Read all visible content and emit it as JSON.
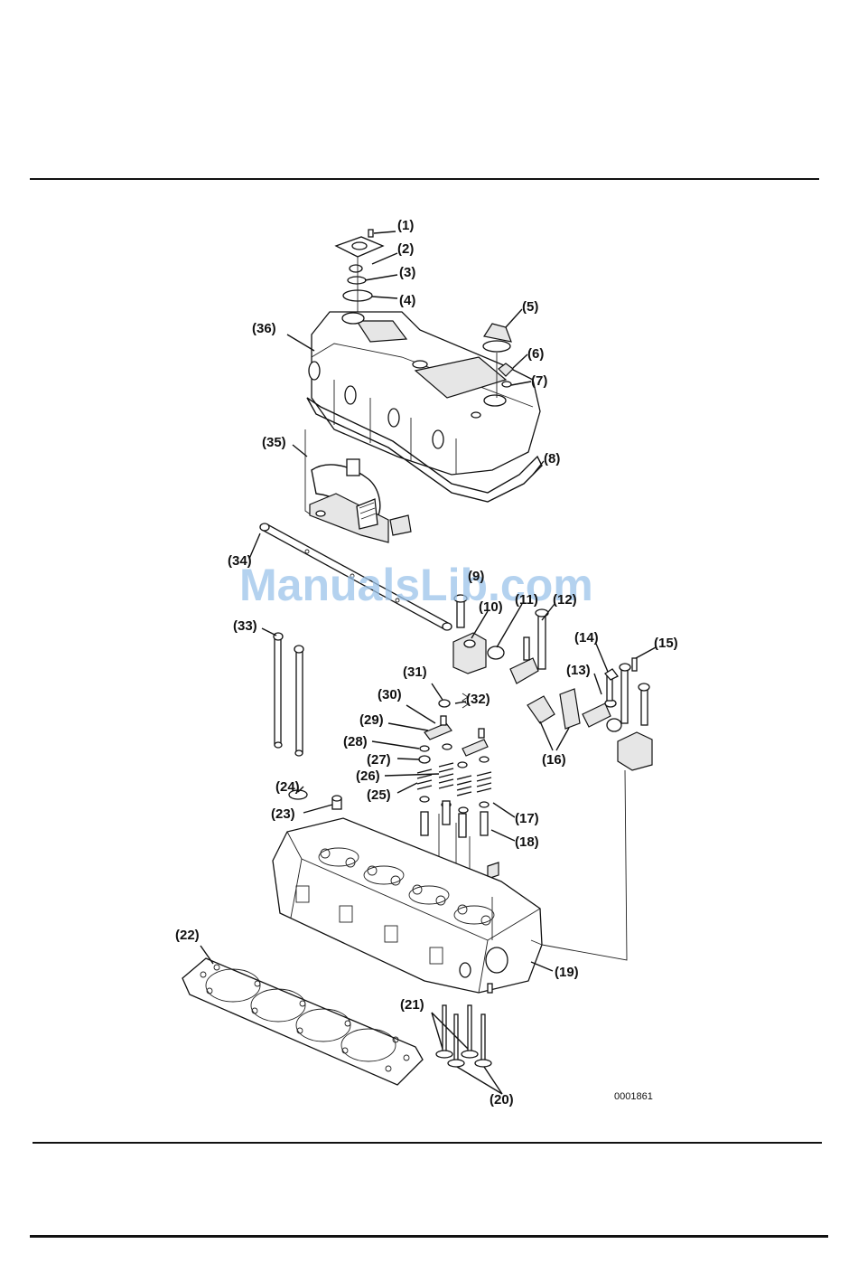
{
  "watermark": "ManualsLib.com",
  "figure_code": "0001861",
  "callouts": [
    {
      "id": "c1",
      "text": "(1)"
    },
    {
      "id": "c2",
      "text": "(2)"
    },
    {
      "id": "c3",
      "text": "(3)"
    },
    {
      "id": "c4",
      "text": "(4)"
    },
    {
      "id": "c5",
      "text": "(5)"
    },
    {
      "id": "c6",
      "text": "(6)"
    },
    {
      "id": "c7",
      "text": "(7)"
    },
    {
      "id": "c8",
      "text": "(8)"
    },
    {
      "id": "c9",
      "text": "(9)"
    },
    {
      "id": "c10",
      "text": "(10)"
    },
    {
      "id": "c11",
      "text": "(11)"
    },
    {
      "id": "c12",
      "text": "(12)"
    },
    {
      "id": "c13",
      "text": "(13)"
    },
    {
      "id": "c14",
      "text": "(14)"
    },
    {
      "id": "c15",
      "text": "(15)"
    },
    {
      "id": "c16",
      "text": "(16)"
    },
    {
      "id": "c17",
      "text": "(17)"
    },
    {
      "id": "c18",
      "text": "(18)"
    },
    {
      "id": "c19",
      "text": "(19)"
    },
    {
      "id": "c20",
      "text": "(20)"
    },
    {
      "id": "c21",
      "text": "(21)"
    },
    {
      "id": "c22",
      "text": "(22)"
    },
    {
      "id": "c23",
      "text": "(23)"
    },
    {
      "id": "c24",
      "text": "(24)"
    },
    {
      "id": "c25",
      "text": "(25)"
    },
    {
      "id": "c26",
      "text": "(26)"
    },
    {
      "id": "c27",
      "text": "(27)"
    },
    {
      "id": "c28",
      "text": "(28)"
    },
    {
      "id": "c29",
      "text": "(29)"
    },
    {
      "id": "c30",
      "text": "(30)"
    },
    {
      "id": "c31",
      "text": "(31)"
    },
    {
      "id": "c32",
      "text": "(32)"
    },
    {
      "id": "c33",
      "text": "(33)"
    },
    {
      "id": "c34",
      "text": "(34)"
    },
    {
      "id": "c35",
      "text": "(35)"
    },
    {
      "id": "c36",
      "text": "(36)"
    }
  ]
}
